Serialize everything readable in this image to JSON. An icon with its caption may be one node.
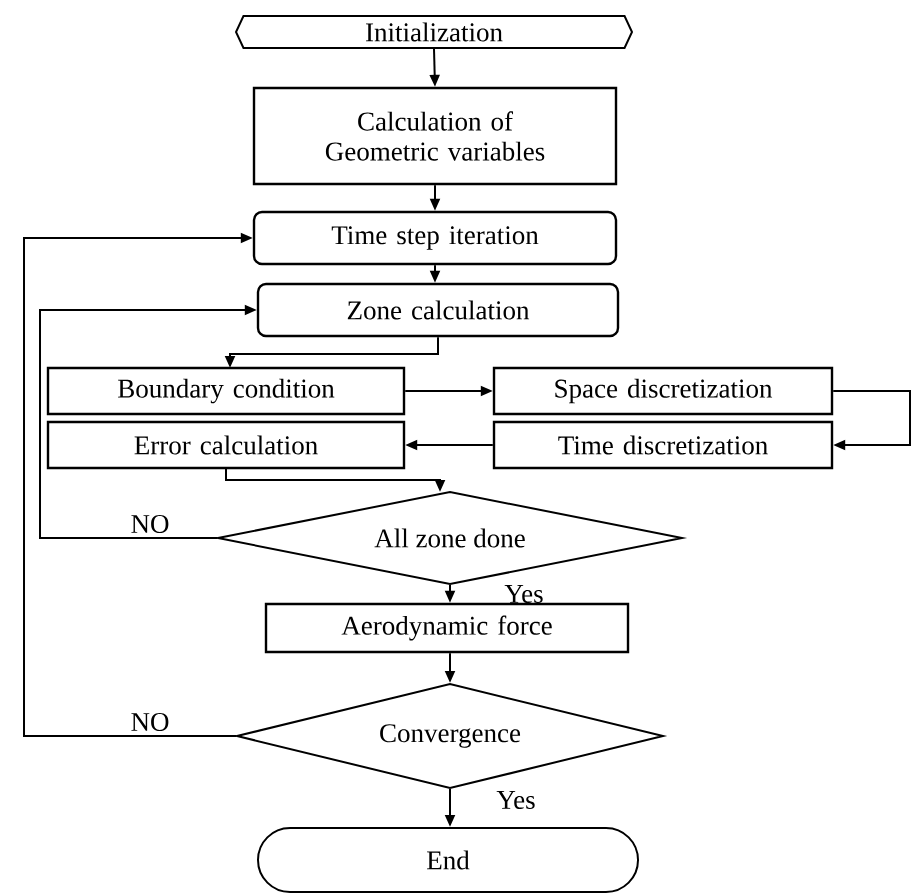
{
  "diagram": {
    "nodes": [
      {
        "text": [
          "Initialization"
        ]
      },
      {
        "text": [
          "Calculation of Geometric variables"
        ]
      },
      {
        "text": [
          "Time step iteration"
        ]
      },
      {
        "text": [
          "Zone calculation"
        ]
      },
      {
        "text": [
          "Boundary condition"
        ]
      },
      {
        "text": [
          "Space discretization"
        ]
      },
      {
        "text": [
          "Error calculation"
        ]
      },
      {
        "text": [
          "Time discretization"
        ]
      },
      {
        "text": [
          "All zone done"
        ]
      },
      {
        "text": [
          "Aerodynamic force"
        ]
      },
      {
        "text": [
          "Convergence"
        ]
      },
      {
        "text": [
          "End"
        ]
      }
    ],
    "edges": [
      {
        "from": 0,
        "to": 1,
        "arrow": "to"
      },
      {
        "from": 1,
        "to": 2,
        "arrow": "to"
      },
      {
        "from": 2,
        "to": 3,
        "arrow": "to"
      },
      {
        "from": 3,
        "to": 4,
        "arrow": "to"
      },
      {
        "from": 4,
        "to": 5,
        "arrow": "to"
      },
      {
        "from": 5,
        "to": 7,
        "arrow": "to"
      },
      {
        "from": 7,
        "to": 6,
        "arrow": "to"
      },
      {
        "from": 6,
        "to": 8,
        "arrow": "to"
      },
      {
        "from": 8,
        "to": 3,
        "arrow": "to",
        "label": "NO"
      },
      {
        "from": 8,
        "to": 9,
        "arrow": "to",
        "label": "Yes"
      },
      {
        "from": 9,
        "to": 10,
        "arrow": "to"
      },
      {
        "from": 10,
        "to": 2,
        "arrow": "to",
        "label": "NO"
      },
      {
        "from": 10,
        "to": 11,
        "arrow": "to",
        "label": "Yes"
      }
    ]
  }
}
